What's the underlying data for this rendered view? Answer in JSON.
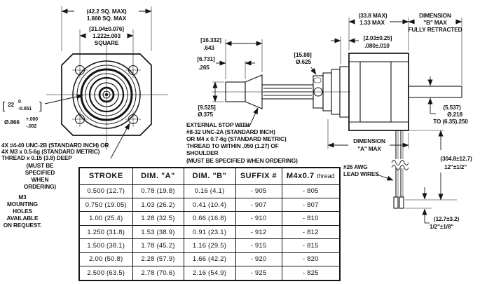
{
  "colors": {
    "ink": "#141414",
    "paper": "#ffffff"
  },
  "front_view": {
    "outer_square_metric": "(42.2 SQ. MAX)",
    "outer_square_inch": "1.660 SQ. MAX",
    "bolt_square_metric": "[31.04±0.076]",
    "bolt_square_inch": "1.222±.003",
    "bolt_square_label": "SQUARE",
    "pilot_bracket_open": "[",
    "pilot_metric_value": "22",
    "pilot_metric_upper": "0",
    "pilot_metric_lower": "-0.051",
    "pilot_bracket_close": "]",
    "pilot_inch_value": "Ø.866",
    "pilot_inch_upper": "+.000",
    "pilot_inch_lower": "-.002",
    "thread_note": [
      "4X #4-40 UNC-2B (STANDARD INCH) OR",
      "4X M3 x 0.5-6g (STANDARD METRIC)",
      "THREAD x 0.15 (3.8) DEEP"
    ],
    "thread_note_caveat": [
      "(MUST BE",
      "SPECIFIED",
      "WHEN",
      "ORDERING)"
    ],
    "m3_note": [
      "M3",
      "MOUNTING",
      "HOLES",
      "AVAILABLE",
      "ON REQUEST."
    ]
  },
  "screw_view": {
    "stop_len_metric": "[16.332]",
    "stop_len_inch": ".643",
    "stub_len_metric": "[6.731]",
    "stub_len_inch": ".265",
    "screw_dia_metric": "[9.525]",
    "screw_dia_inch": "Ø.375",
    "boss_dia_metric": "[15.88]",
    "boss_dia_inch": "Ø.625",
    "stop_note": [
      "EXTERNAL STOP WITH",
      "#8-32 UNC-2A (STANDARD INCH)",
      "OR M4 x 0.7-6g (STANDARD METRIC)",
      "THREAD TO WITHIN .050 (1.27) OF",
      "SHOULDER"
    ],
    "stop_note_caveat": "(MUST BE SPECIFIED WHEN ORDERING)"
  },
  "side_view": {
    "body_len_metric": "(33.8 MAX)",
    "body_len_inch": "1.33 MAX",
    "dim_b": [
      "DIMENSION",
      "\"B\" MAX",
      "FULLY RETRACTED"
    ],
    "plate_metric": "[2.03±0.25]",
    "plate_inch": ".080±.010",
    "shaft_dia": [
      "(5.537)",
      "Ø.218",
      "TO (6.35).250"
    ],
    "dim_a": [
      "DIMENSION",
      "\"A\" MAX"
    ],
    "lead_length": [
      "(304.8±12.7)",
      "12\"±1/2\""
    ],
    "lead_note": [
      "#26 AWG",
      "LEAD WIRES"
    ],
    "strip_length": [
      "(12.7±3.2)",
      "1/2\"±1/8\""
    ]
  },
  "table": {
    "headers": [
      "STROKE",
      "DIM. \"A\"",
      "DIM. \"B\"",
      "SUFFIX #"
    ],
    "m4_header_bold": "M4x0.7",
    "m4_header_light": "thread",
    "rows": [
      [
        "0.500 (12.7)",
        "0.78 (19.8)",
        "0.16 (4.1)",
        "- 905",
        "- 805"
      ],
      [
        "0.750 (19.05)",
        "1.03 (26.2)",
        "0.41 (10.4)",
        "- 907",
        "- 807"
      ],
      [
        "1.00 (25.4)",
        "1.28 (32.5)",
        "0.66 (16.8)",
        "- 910",
        "- 810"
      ],
      [
        "1.250 (31.8)",
        "1.53 (38.9)",
        "0.91 (23.1)",
        "- 912",
        "- 812"
      ],
      [
        "1.500 (38.1)",
        "1.78 (45.2)",
        "1.16 (29.5)",
        "- 915",
        "- 815"
      ],
      [
        "2.00 (50.8)",
        "2.28 (57.9)",
        "1.66 (42.2)",
        "- 920",
        "- 820"
      ],
      [
        "2.500 (63.5)",
        "2.78 (70.6)",
        "2.16 (54.9)",
        "- 925",
        "- 825"
      ]
    ]
  }
}
